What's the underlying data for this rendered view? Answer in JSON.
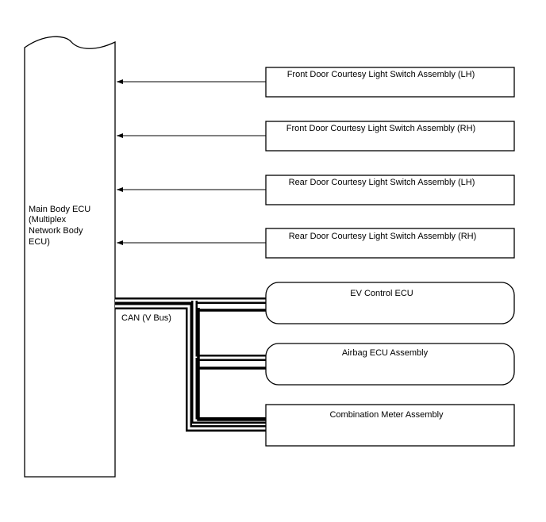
{
  "main_ecu": {
    "label_lines": [
      "Main Body ECU",
      "(Multiplex",
      "Network Body",
      "ECU)"
    ]
  },
  "switch_inputs": [
    {
      "label": "Front Door Courtesy Light Switch Assembly (LH)"
    },
    {
      "label": "Front Door Courtesy Light Switch Assembly (RH)"
    },
    {
      "label": "Rear Door Courtesy Light Switch Assembly (LH)"
    },
    {
      "label": "Rear Door Courtesy Light Switch Assembly (RH)"
    }
  ],
  "can_bus": {
    "label": "CAN (V Bus)",
    "nodes": [
      {
        "label": "EV Control ECU",
        "shape": "rounded"
      },
      {
        "label": "Airbag ECU Assembly",
        "shape": "rounded"
      },
      {
        "label": "Combination Meter Assembly",
        "shape": "rectangle"
      }
    ]
  }
}
